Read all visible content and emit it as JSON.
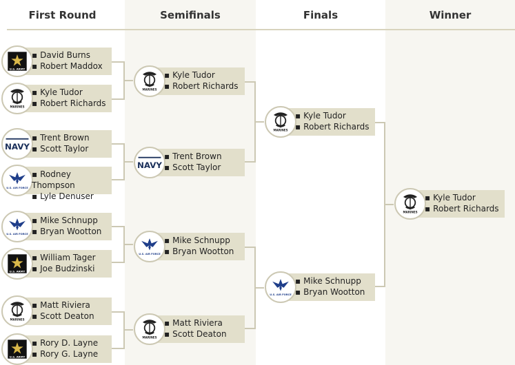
{
  "headers": [
    "First Round",
    "Semifinals",
    "Finals",
    "Winner"
  ],
  "branch_labels": {
    "army": "U.S. ARMY",
    "navy": "NAVY",
    "marines": "MARINES",
    "airforce": "U.S. AIR FORCE"
  },
  "first_round": [
    {
      "branch": "army",
      "names": [
        "David Burns",
        "Robert Maddox"
      ]
    },
    {
      "branch": "marines",
      "names": [
        "Kyle Tudor",
        "Robert Richards"
      ]
    },
    {
      "branch": "navy",
      "names": [
        "Trent Brown",
        "Scott Taylor"
      ]
    },
    {
      "branch": "airforce",
      "names": [
        "Rodney Thompson",
        "Lyle Denuser"
      ]
    },
    {
      "branch": "airforce",
      "names": [
        "Mike Schnupp",
        "Bryan Wootton"
      ]
    },
    {
      "branch": "army",
      "names": [
        "William Tager",
        "Joe Budzinski"
      ]
    },
    {
      "branch": "marines",
      "names": [
        "Matt Riviera",
        "Scott Deaton"
      ]
    },
    {
      "branch": "army",
      "names": [
        "Rory D. Layne",
        "Rory G. Layne"
      ]
    }
  ],
  "semifinals": [
    {
      "branch": "marines",
      "names": [
        "Kyle Tudor",
        "Robert Richards"
      ]
    },
    {
      "branch": "navy",
      "names": [
        "Trent Brown",
        "Scott Taylor"
      ]
    },
    {
      "branch": "airforce",
      "names": [
        "Mike Schnupp",
        "Bryan Wootton"
      ]
    },
    {
      "branch": "marines",
      "names": [
        "Matt Riviera",
        "Scott Deaton"
      ]
    }
  ],
  "finals": [
    {
      "branch": "marines",
      "names": [
        "Kyle Tudor",
        "Robert Richards"
      ]
    },
    {
      "branch": "airforce",
      "names": [
        "Mike Schnupp",
        "Bryan Wootton"
      ]
    }
  ],
  "winner": [
    {
      "branch": "marines",
      "names": [
        "Kyle Tudor",
        "Robert Richards"
      ]
    }
  ]
}
